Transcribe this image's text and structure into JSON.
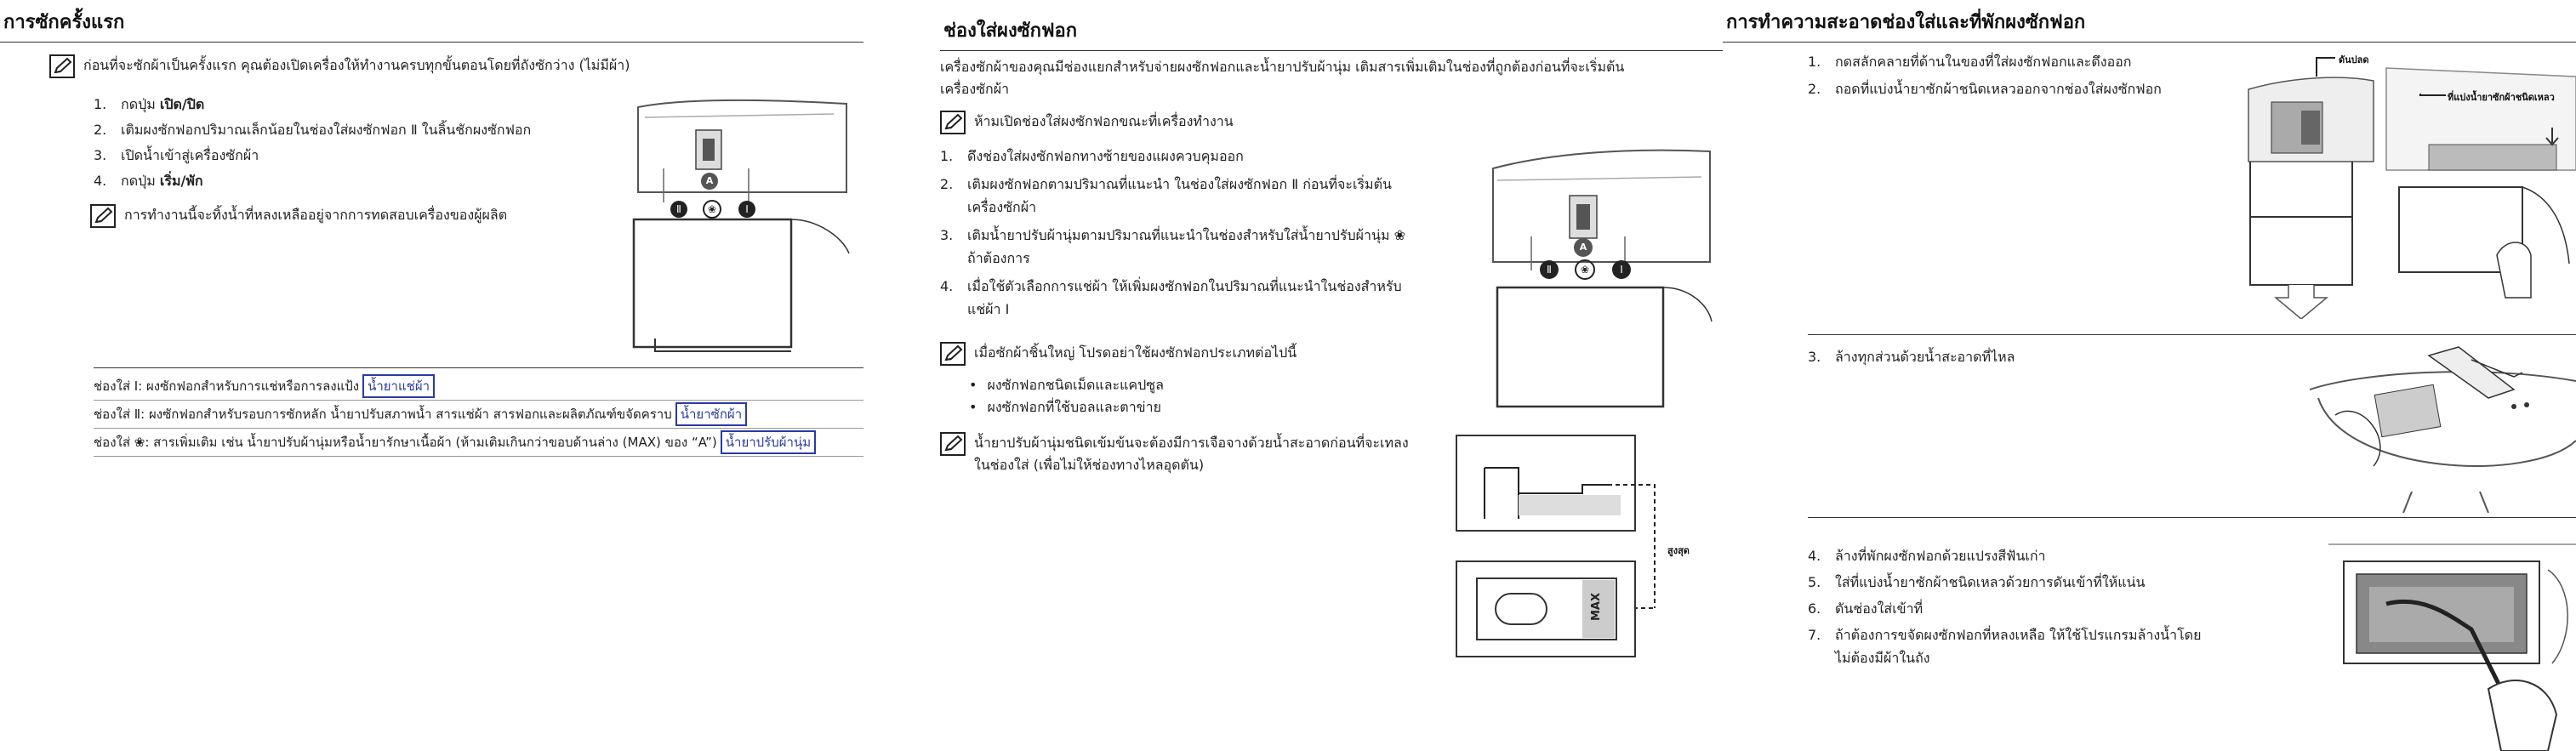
{
  "col1": {
    "title": "การซักครั้งแรก",
    "intro": "ก่อนที่จะซักผ้าเป็นครั้งแรก คุณต้องเปิดเครื่องให้ทำงานครบทุกขั้นตอนโดยที่ถังซักว่าง (ไม่มีผ้า)",
    "steps": [
      {
        "n": "1.",
        "pre": "กดปุ่ม ",
        "bold": "เปิด/ปิด",
        "post": ""
      },
      {
        "n": "2.",
        "pre": "เติมผงซักฟอกปริมาณเล็กน้อยในช่องใส่ผงซักฟอก Ⅱ ในลิ้นชักผงซักฟอก",
        "bold": "",
        "post": ""
      },
      {
        "n": "3.",
        "pre": "เปิดน้ำเข้าสู่เครื่องซักผ้า",
        "bold": "",
        "post": ""
      },
      {
        "n": "4.",
        "pre": "กดปุ่ม ",
        "bold": "เริ่ม/พัก",
        "post": ""
      }
    ],
    "note": "การทำงานนี้จะทิ้งน้ำที่หลงเหลืออยู่จากการทดสอบเครื่องของผู้ผลิต",
    "dispenser_labels": [
      "Ⅱ",
      "❀",
      "Ⅰ"
    ],
    "dispenser_a": "A",
    "compartments": [
      {
        "text": "ช่องใส่ Ⅰ: ผงซักฟอกสำหรับการแช่หรือการลงแป้ง",
        "tag": "น้ำยาแช่ผ้า"
      },
      {
        "text": "ช่องใส่ Ⅱ: ผงซักฟอกสำหรับรอบการซักหลัก น้ำยาปรับสภาพน้ำ สารแช่ผ้า สารฟอกและผลิตภัณฑ์ขจัดคราบ",
        "tag": "น้ำยาซักผ้า"
      },
      {
        "text": "ช่องใส่ ❀: สารเพิ่มเติม เช่น น้ำยาปรับผ้านุ่มหรือน้ำยารักษาเนื้อผ้า (ห้ามเติมเกินกว่าขอบด้านล่าง (MAX) ของ “A”)",
        "tag": "น้ำยาปรับผ้านุ่ม"
      }
    ]
  },
  "col2": {
    "title": "ช่องใส่ผงซักฟอก",
    "intro": "เครื่องซักผ้าของคุณมีช่องแยกสำหรับจ่ายผงซักฟอกและน้ำยาปรับผ้านุ่ม เติมสารเพิ่มเติมในช่องที่ถูกต้องก่อนที่จะเริ่มต้นเครื่องซักผ้า",
    "warn": "ห้ามเปิดช่องใส่ผงซักฟอกขณะที่เครื่องทำงาน",
    "steps": [
      "ดึงช่องใส่ผงซักฟอกทางซ้ายของแผงควบคุมออก",
      "เติมผงซักฟอกตามปริมาณที่แนะนำ ในช่องใส่ผงซักฟอก Ⅱ ก่อนที่จะเริ่มต้นเครื่องซักผ้า",
      "เติมน้ำยาปรับผ้านุ่มตามปริมาณที่แนะนำในช่องสำหรับใส่น้ำยาปรับผ้านุ่ม ❀ ถ้าต้องการ",
      "เมื่อใช้ตัวเลือกการแช่ผ้า ให้เพิ่มผงซักฟอกในปริมาณที่แนะนำในช่องสำหรับแช่ผ้า Ⅰ"
    ],
    "step_nums": [
      "1.",
      "2.",
      "3.",
      "4."
    ],
    "note2": "เมื่อซักผ้าชิ้นใหญ่ โปรดอย่าใช้ผงซักฟอกประเภทต่อไปนี้",
    "bullets": [
      "ผงซักฟอกชนิดเม็ดและแคปซูล",
      "ผงซักฟอกที่ใช้บอลและตาข่าย"
    ],
    "note3": "น้ำยาปรับผ้านุ่มชนิดเข้มข้นจะต้องมีการเจือจางด้วยน้ำสะอาดก่อนที่จะเทลงในช่องใส่ (เพื่อไม่ให้ช่องทางไหลอุดตัน)",
    "max_caption": "สูงสุด",
    "max_text": "MAX"
  },
  "col3": {
    "title": "การทำความสะอาดช่องใส่และที่พักผงซักฟอก",
    "steps_a": [
      {
        "n": "1.",
        "t": "กดสลักคลายที่ด้านในของที่ใส่ผงซักฟอกและดึงออก"
      },
      {
        "n": "2.",
        "t": "ถอดที่แบ่งน้ำยาซักผ้าชนิดเหลวออกจากช่องใส่ผงซักฟอก"
      }
    ],
    "label_push": "ดันปลด",
    "label_divider": "ที่แบ่งน้ำยาซักผ้าชนิดเหลว",
    "steps_b": [
      {
        "n": "3.",
        "t": "ล้างทุกส่วนด้วยน้ำสะอาดที่ไหล"
      }
    ],
    "steps_c": [
      {
        "n": "4.",
        "t": "ล้างที่พักผงซักฟอกด้วยแปรงสีฟันเก่า"
      },
      {
        "n": "5.",
        "t": "ใส่ที่แบ่งน้ำยาซักผ้าชนิดเหลวด้วยการดันเข้าที่ให้แน่น"
      },
      {
        "n": "6.",
        "t": "ดันช่องใส่เข้าที่"
      },
      {
        "n": "7.",
        "t": "ถ้าต้องการขจัดผงซักฟอกที่หลงเหลือ ให้ใช้โปรแกรมล้างน้ำโดยไม่ต้องมีผ้าในถัง"
      }
    ]
  }
}
